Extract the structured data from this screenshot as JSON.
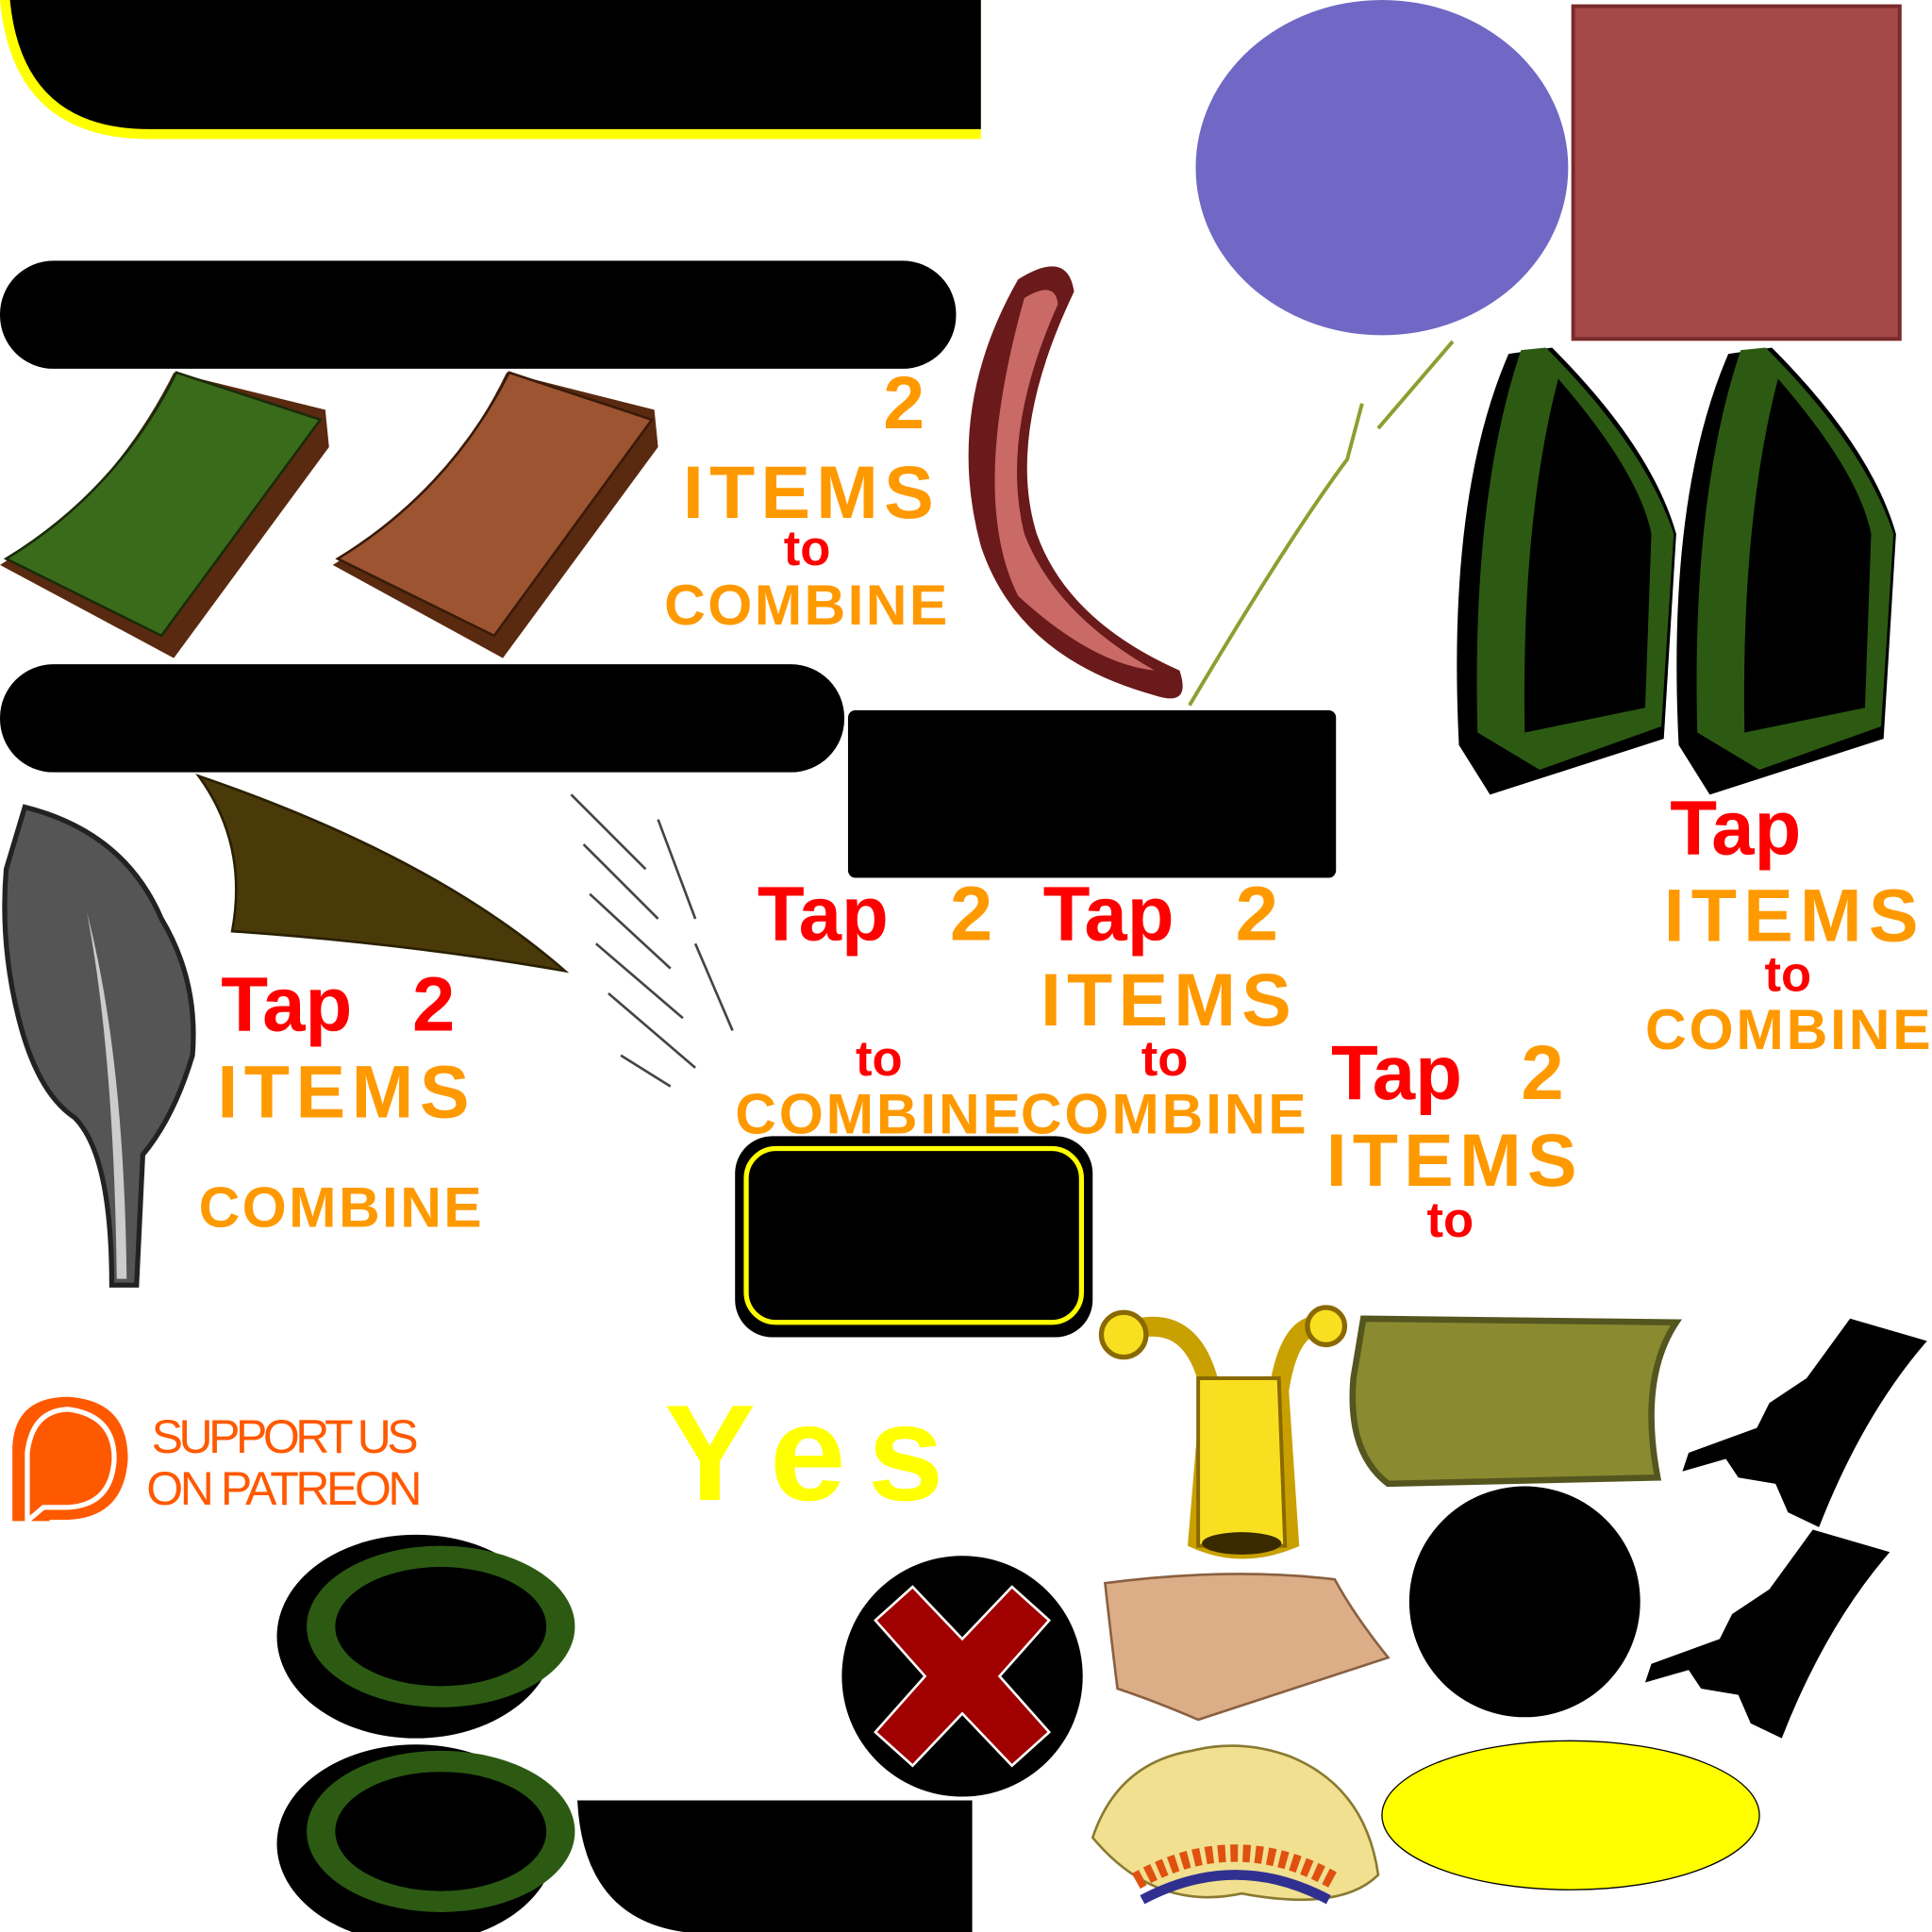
{
  "labels": {
    "combine_a": {
      "num": "2",
      "items": "ITEMS",
      "to": "to",
      "combine": "COMBINE"
    },
    "combine_b": {
      "tap": "Tap",
      "num": "2",
      "items": "ITEMS",
      "combine": "COMBINE"
    },
    "combine_c": {
      "tap": "Tap",
      "num": "2",
      "to": "to",
      "combine": "COMBINE"
    },
    "combine_d": {
      "tap": "Tap",
      "num": "2",
      "items": "ITEMS",
      "to": "to",
      "combine": "COMBINE"
    },
    "combine_e": {
      "tap": "Tap",
      "items": "ITEMS",
      "to": "to",
      "combine": "COMBINE"
    },
    "combine_f": {
      "tap": "Tap",
      "num": "2",
      "items": "ITEMS",
      "to": "to"
    },
    "yes": "Yes",
    "patreon": {
      "line1": "SUPPORT US",
      "line2": "ON PATREON"
    }
  },
  "colors": {
    "tap_red": "#ff0000",
    "items_orange": "#ff9900",
    "yes_yellow": "#ffff00",
    "patreon_orange": "#ff5900",
    "purple_circle": "#7068c4",
    "red_square": "#a44848"
  }
}
